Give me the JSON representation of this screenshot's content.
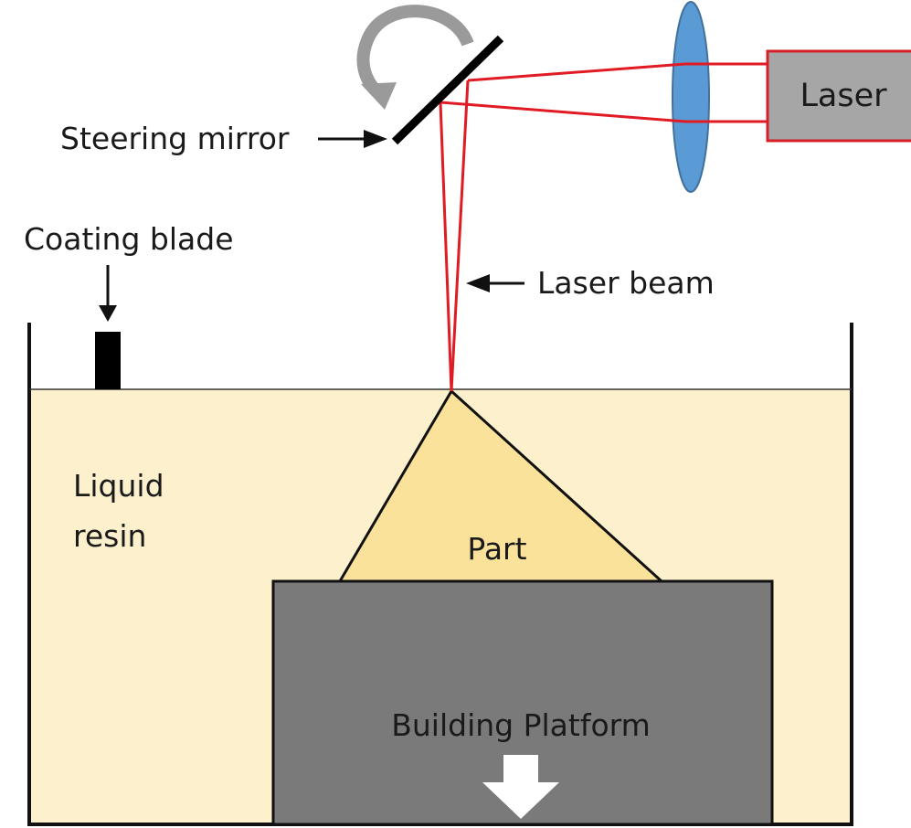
{
  "labels": {
    "laser": "Laser",
    "steering_mirror": "Steering mirror",
    "coating_blade": "Coating blade",
    "laser_beam": "Laser beam",
    "liquid_resin_line1": "Liquid",
    "liquid_resin_line2": "resin",
    "part": "Part",
    "building_platform": "Building Platform"
  },
  "colors": {
    "resin": "#fdf1cd",
    "part": "#fbe29a",
    "platform": "#7a7a7a",
    "laser_box": "#a6a6a6",
    "beam": "#e01b24",
    "lens": "#5b9bd5",
    "rotation_arrow": "#9a9a9a",
    "outline": "#111111"
  },
  "icons": {
    "rotation": "curved-arrow-icon",
    "down": "down-arrow-icon"
  }
}
